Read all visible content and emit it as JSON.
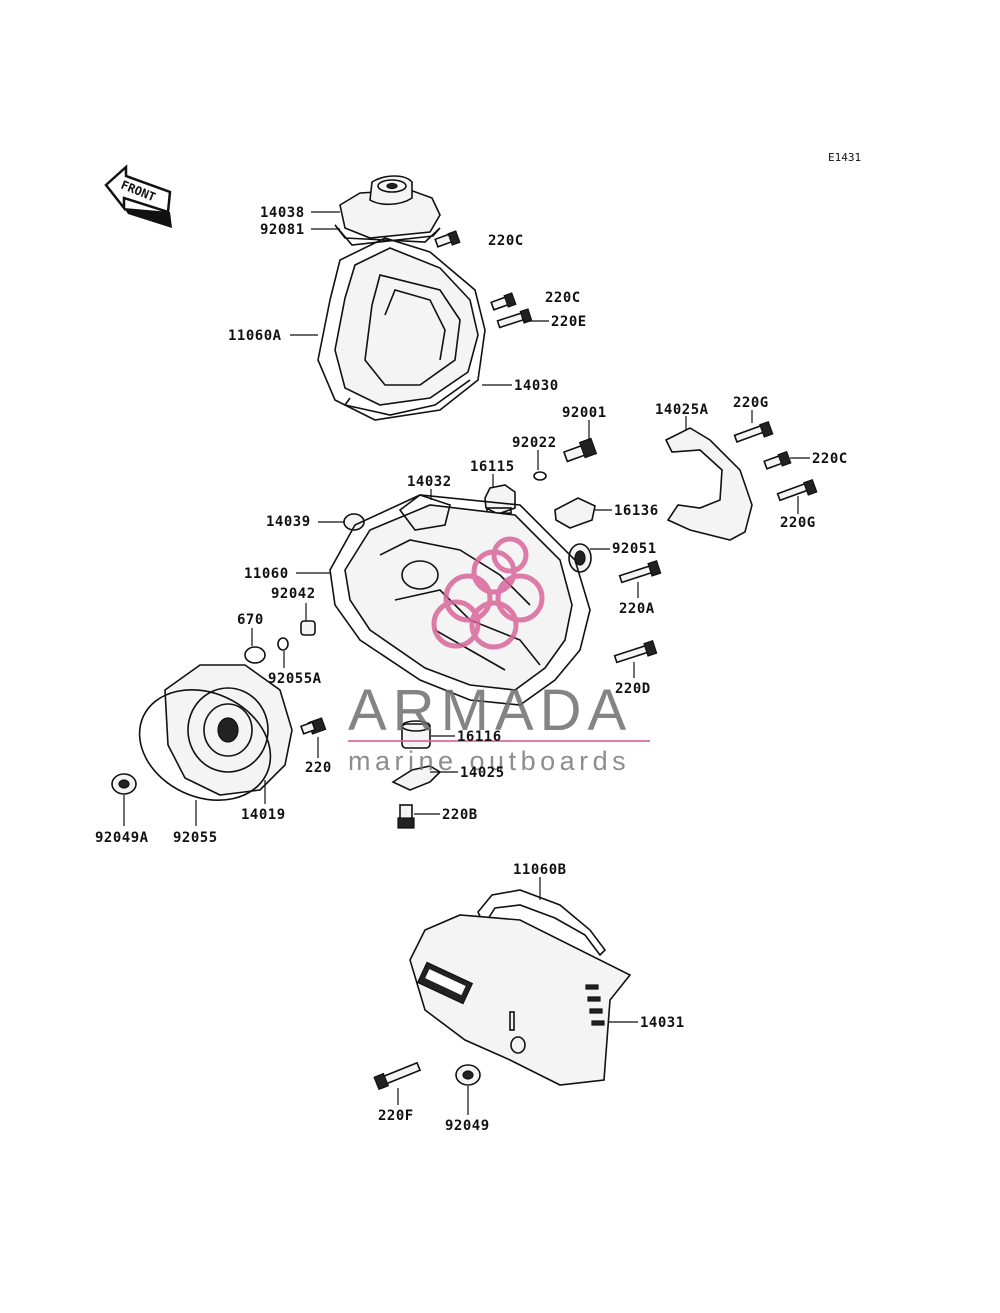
{
  "diagram": {
    "code": "E1431",
    "front_label": "FRONT",
    "parts": [
      {
        "id": "14038",
        "label": "14038"
      },
      {
        "id": "92081",
        "label": "92081"
      },
      {
        "id": "220c_a",
        "label": "220C"
      },
      {
        "id": "220c_b",
        "label": "220C"
      },
      {
        "id": "220e",
        "label": "220E"
      },
      {
        "id": "11060a",
        "label": "11060A"
      },
      {
        "id": "14030",
        "label": "14030"
      },
      {
        "id": "92001",
        "label": "92001"
      },
      {
        "id": "14025a",
        "label": "14025A"
      },
      {
        "id": "220g_a",
        "label": "220G"
      },
      {
        "id": "220c_c",
        "label": "220C"
      },
      {
        "id": "220g_b",
        "label": "220G"
      },
      {
        "id": "92022",
        "label": "92022"
      },
      {
        "id": "16115",
        "label": "16115"
      },
      {
        "id": "14032",
        "label": "14032"
      },
      {
        "id": "16136",
        "label": "16136"
      },
      {
        "id": "14039",
        "label": "14039"
      },
      {
        "id": "92051",
        "label": "92051"
      },
      {
        "id": "11060",
        "label": "11060"
      },
      {
        "id": "92042",
        "label": "92042"
      },
      {
        "id": "220a",
        "label": "220A"
      },
      {
        "id": "670",
        "label": "670"
      },
      {
        "id": "92055a",
        "label": "92055A"
      },
      {
        "id": "220d",
        "label": "220D"
      },
      {
        "id": "16116",
        "label": "16116"
      },
      {
        "id": "220",
        "label": "220"
      },
      {
        "id": "14025",
        "label": "14025"
      },
      {
        "id": "14019",
        "label": "14019"
      },
      {
        "id": "220b",
        "label": "220B"
      },
      {
        "id": "92049a",
        "label": "92049A"
      },
      {
        "id": "92055",
        "label": "92055"
      },
      {
        "id": "11060b",
        "label": "11060B"
      },
      {
        "id": "14031",
        "label": "14031"
      },
      {
        "id": "220f",
        "label": "220F"
      },
      {
        "id": "92049",
        "label": "92049"
      }
    ]
  },
  "watermark": {
    "title": "ARMADA",
    "subtitle": "marine outboards",
    "accent_color": "#d9669b",
    "text_color": "#6f6f6f"
  }
}
